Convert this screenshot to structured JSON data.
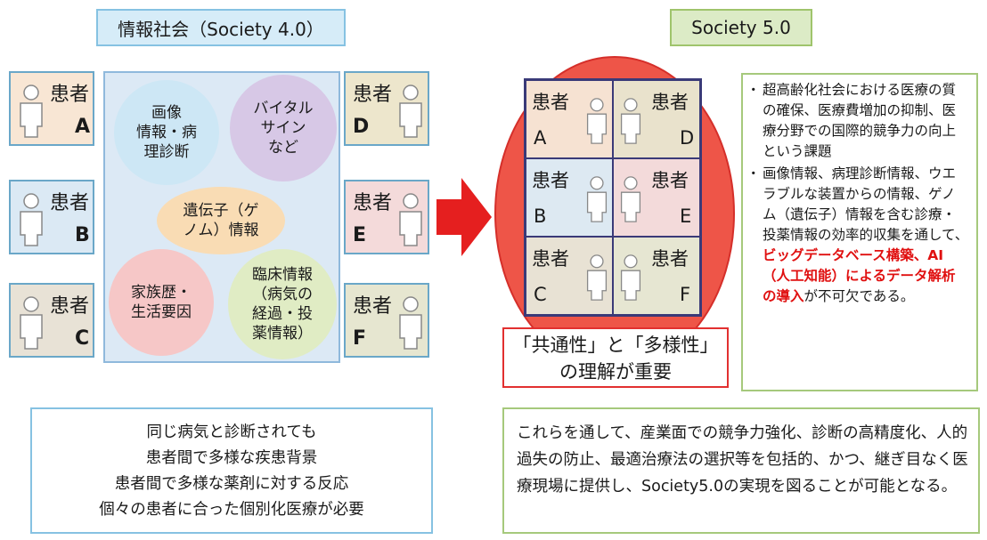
{
  "left_title": "情報社会（Society 4.0）",
  "right_title": "Society 5.0",
  "patients_left": [
    {
      "label": "患者",
      "letter": "A"
    },
    {
      "label": "患者",
      "letter": "B"
    },
    {
      "label": "患者",
      "letter": "C"
    },
    {
      "label": "患者",
      "letter": "D"
    },
    {
      "label": "患者",
      "letter": "E"
    },
    {
      "label": "患者",
      "letter": "F"
    }
  ],
  "bubbles": [
    {
      "text": "画像\n情報・病\n理診断",
      "color": "#cde7f5"
    },
    {
      "text": "バイタル\nサイン\nなど",
      "color": "#d7c8e6"
    },
    {
      "text": "遺伝子（ゲ\nノム）情報",
      "color": "#f9dcb4"
    },
    {
      "text": "家族歴・\n生活要因",
      "color": "#f6c7c7"
    },
    {
      "text": "臨床情報\n（病気の\n経過・投\n薬情報）",
      "color": "#e0ecc4"
    }
  ],
  "grid_patients": [
    {
      "label": "患者",
      "letter": "A",
      "color": "#f6e2d2"
    },
    {
      "label": "患者",
      "letter": "D",
      "color": "#e9e2cc"
    },
    {
      "label": "患者",
      "letter": "B",
      "color": "#dde9f2"
    },
    {
      "label": "患者",
      "letter": "E",
      "color": "#f3dada"
    },
    {
      "label": "患者",
      "letter": "C",
      "color": "#e8e2d4"
    },
    {
      "label": "患者",
      "letter": "F",
      "color": "#e6e6d2"
    }
  ],
  "red_box": {
    "line1": "「共通性」と「多様性」",
    "line2": "の理解が重要"
  },
  "right_text": {
    "item1": "超高齢化社会における医療の質の確保、医療費増加の抑制、医療分野での国際的競争力の向上という課題",
    "item2_pre": "画像情報、病理診断情報、ウエラブルな装置からの情報、ゲノム（遺伝子）情報を含む診療・投薬情報の効率的収集を通して、",
    "item2_red": "ビッグデータベース構築、AI（人工知能）によるデータ解析の導入",
    "item2_post": "が不可欠である。"
  },
  "bottom_left": [
    "同じ病気と診断されても",
    "患者間で多様な疾患背景",
    "患者間で多様な薬剤に対する反応",
    "個々の患者に合った個別化医療が必要"
  ],
  "bottom_right": "これらを通して、産業面での競争力強化、診断の高精度化、人的過失の防止、最適治療法の選択等を包括的、かつ、継ぎ目なく医療現場に提供し、Society5.0の実現を図ることが可能となる。"
}
